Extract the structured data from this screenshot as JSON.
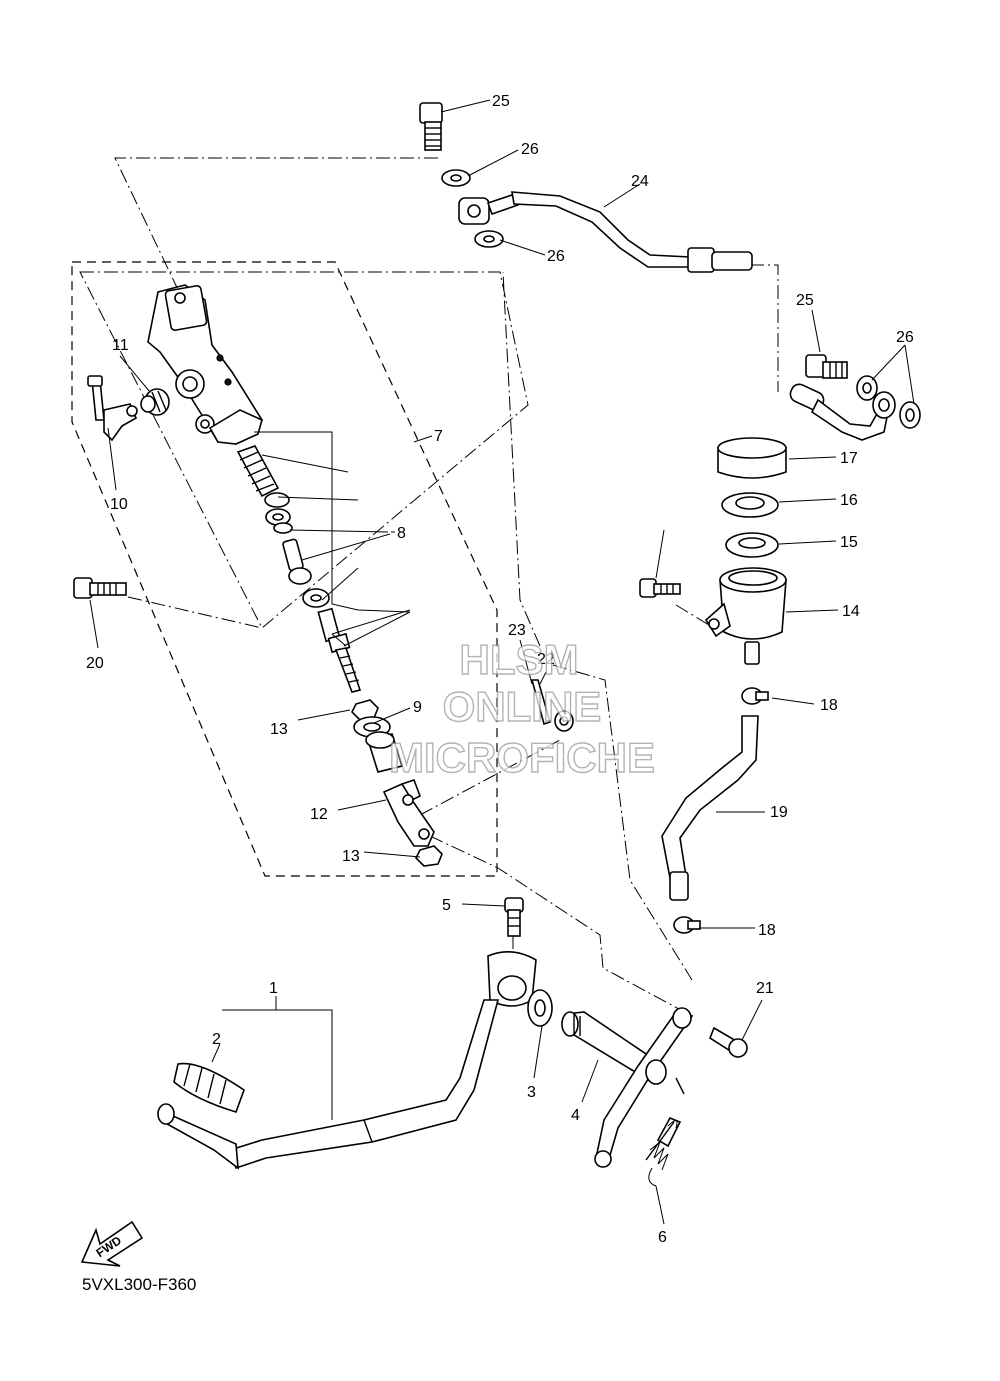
{
  "diagram": {
    "diagram_code": "5VXL300-F360",
    "fwd_label": "FWD",
    "watermark": {
      "line1": "HLSM",
      "line2": "ONLINE",
      "line3": "MICROFICHE"
    },
    "callouts": {
      "c1": "1",
      "c2": "2",
      "c3": "3",
      "c4": "4",
      "c5": "5",
      "c6": "6",
      "c7": "7",
      "c8": "8",
      "c9": "9",
      "c10": "10",
      "c11": "11",
      "c12": "12",
      "c13a": "13",
      "c13b": "13",
      "c14": "14",
      "c15": "15",
      "c16": "16",
      "c17": "17",
      "c18a": "18",
      "c18b": "18",
      "c19": "19",
      "c20": "20",
      "c21": "21",
      "c22": "22",
      "c23": "23",
      "c24": "24",
      "c25a": "25",
      "c25b": "25",
      "c26a": "26",
      "c26b": "26",
      "c26c": "26"
    }
  }
}
